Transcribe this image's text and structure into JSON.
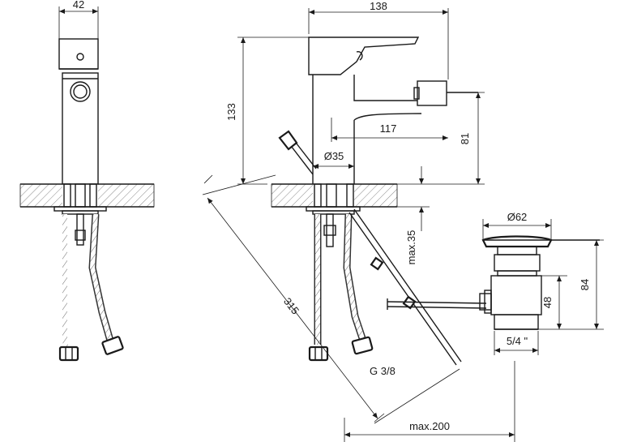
{
  "labels": {
    "width_42": "42",
    "width_138": "138",
    "height_133": "133",
    "spout_117": "117",
    "height_81": "81",
    "diameter_35": "Ø35",
    "max_35": "max.35",
    "length_315": "315",
    "thread_g38": "G 3/8",
    "diameter_62": "Ø62",
    "height_84": "84",
    "height_48": "48",
    "thread_54": "5/4 \"",
    "max_200": "max.200"
  },
  "colors": {
    "line": "#1a1a1a",
    "background": "#ffffff"
  }
}
